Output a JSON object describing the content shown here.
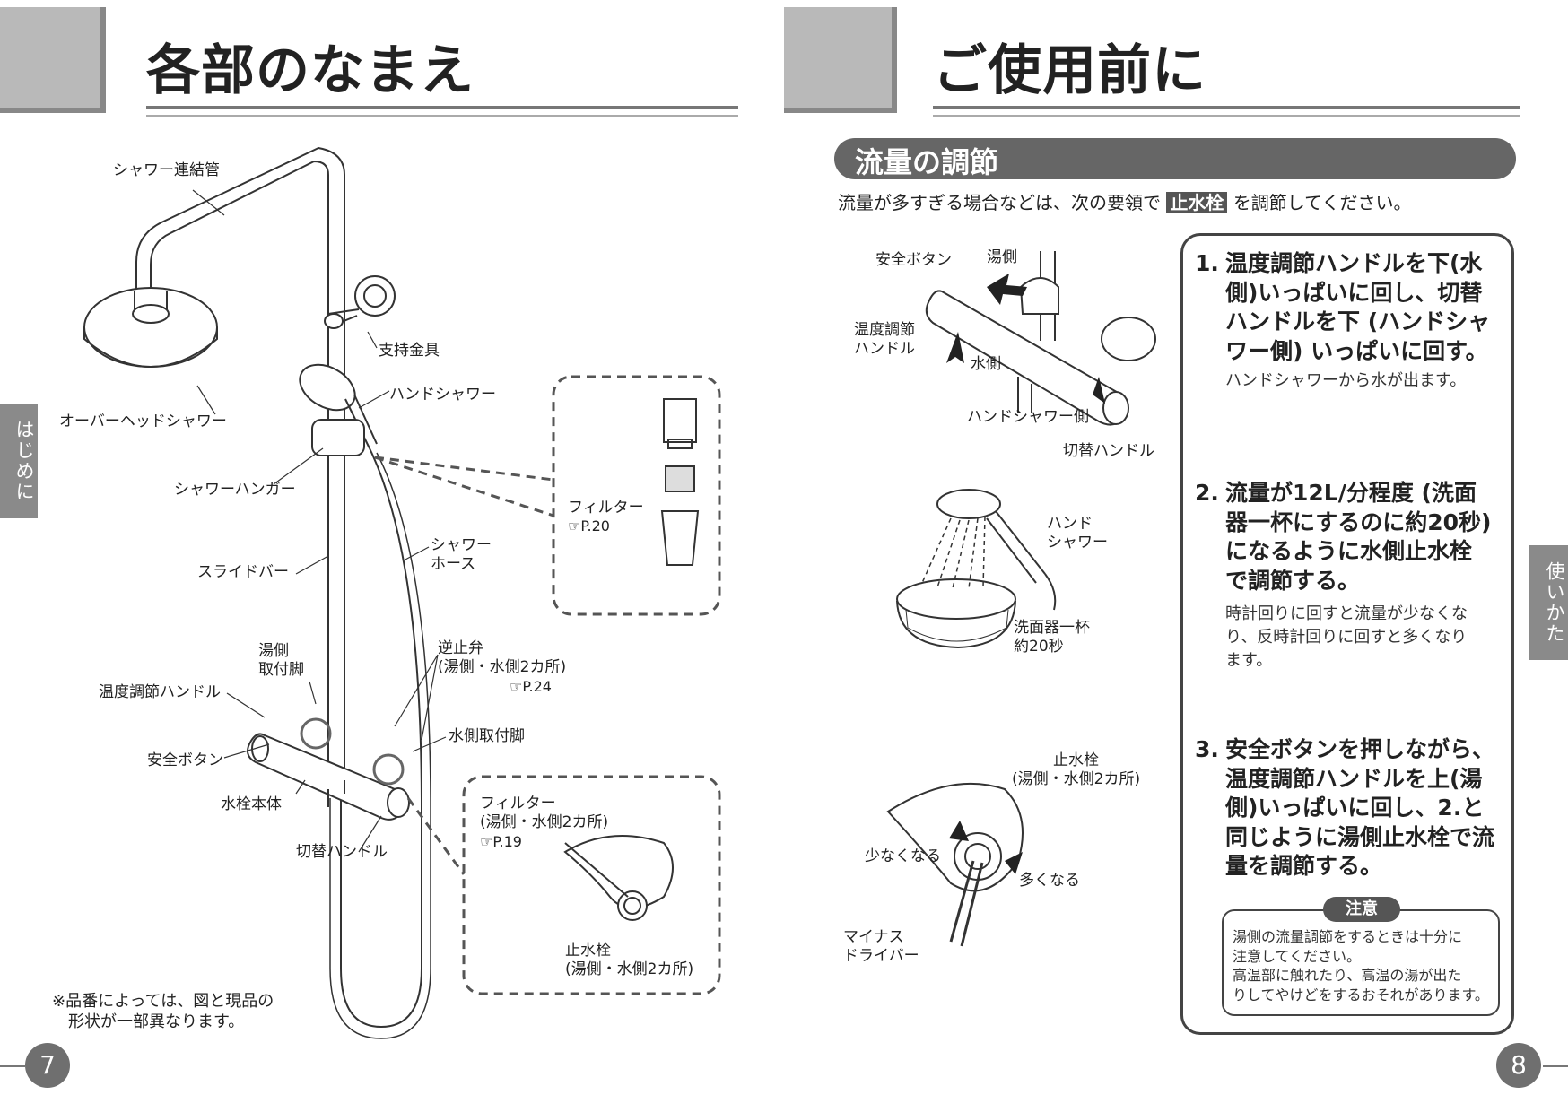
{
  "left_page": {
    "title": "各部のなまえ",
    "side_tab": "はじめに",
    "page_number": "7",
    "labels": {
      "shower_pipe": "シャワー連結管",
      "support": "支持金具",
      "overhead": "オーバーヘッドシャワー",
      "hand_shower": "ハンドシャワー",
      "hanger": "シャワーハンガー",
      "slide_bar": "スライドバー",
      "hose_line1": "シャワー",
      "hose_line2": "ホース",
      "filter_top": "フィルター",
      "filter_top_ref": "P.20",
      "hot_leg_line1": "湯側",
      "hot_leg_line2": "取付脚",
      "check_valve_line1": "逆止弁",
      "check_valve_line2": "(湯側・水側2カ所)",
      "check_valve_ref": "P.24",
      "temp_handle": "温度調節ハンドル",
      "safety_button": "安全ボタン",
      "cold_leg": "水側取付脚",
      "faucet_body": "水栓本体",
      "switch_handle": "切替ハンドル",
      "filter_bottom_line1": "フィルター",
      "filter_bottom_line2": "(湯側・水側2カ所)",
      "filter_bottom_ref": "P.19",
      "stop_valve_line1": "止水栓",
      "stop_valve_line2": "(湯側・水側2カ所)"
    },
    "note_line1": "※品番によっては、図と現品の",
    "note_line2": "形状が一部異なります。"
  },
  "right_page": {
    "title": "ご使用前に",
    "side_tab": "使いかた",
    "page_number": "8",
    "section_title": "流量の調節",
    "intro_before": "流量が多すぎる場合などは、次の要領で",
    "intro_highlight": "止水栓",
    "intro_after": "を調節してください。",
    "fig1": {
      "safety_button": "安全ボタン",
      "hot_side": "湯側",
      "temp_handle_line1": "温度調節",
      "temp_handle_line2": "ハンドル",
      "cold_side": "水側",
      "hand_shower_side": "ハンドシャワー側",
      "switch_handle": "切替ハンドル"
    },
    "fig2": {
      "hand_line1": "ハンド",
      "hand_line2": "シャワー",
      "basin_line1": "洗面器一杯",
      "basin_line2": "約20秒"
    },
    "fig3": {
      "stop_valve_line1": "止水栓",
      "stop_valve_line2": "(湯側・水側2カ所)",
      "less": "少なくなる",
      "more": "多くなる",
      "driver_line1": "マイナス",
      "driver_line2": "ドライバー"
    },
    "steps": [
      {
        "num": "1.",
        "lines": [
          "温度調節ハンドルを下(水",
          "側)いっぱいに回し、切替",
          "ハンドルを下 (ハンドシャ",
          "ワー側) いっぱいに回す。"
        ],
        "sub": [
          "ハンドシャワーから水が出ます。"
        ]
      },
      {
        "num": "2.",
        "lines": [
          "流量が12L/分程度 (洗面",
          "器一杯にするのに約20秒)",
          "になるように水側止水栓",
          "で調節する。"
        ],
        "sub": [
          "時計回りに回すと流量が少なくな",
          "り、反時計回りに回すと多くなり",
          "ます。"
        ]
      },
      {
        "num": "3.",
        "lines": [
          "安全ボタンを押しながら、",
          "温度調節ハンドルを上(湯",
          "側)いっぱいに回し、2.と",
          "同じように湯側止水栓で流",
          "量を調節する。"
        ],
        "sub": []
      }
    ],
    "caution": {
      "label": "注意",
      "lines": [
        "湯側の流量調節をするときは十分に",
        "注意してください。",
        "高温部に触れたり、高温の湯が出た",
        "りしてやけどをするおそれがあります。"
      ]
    }
  }
}
